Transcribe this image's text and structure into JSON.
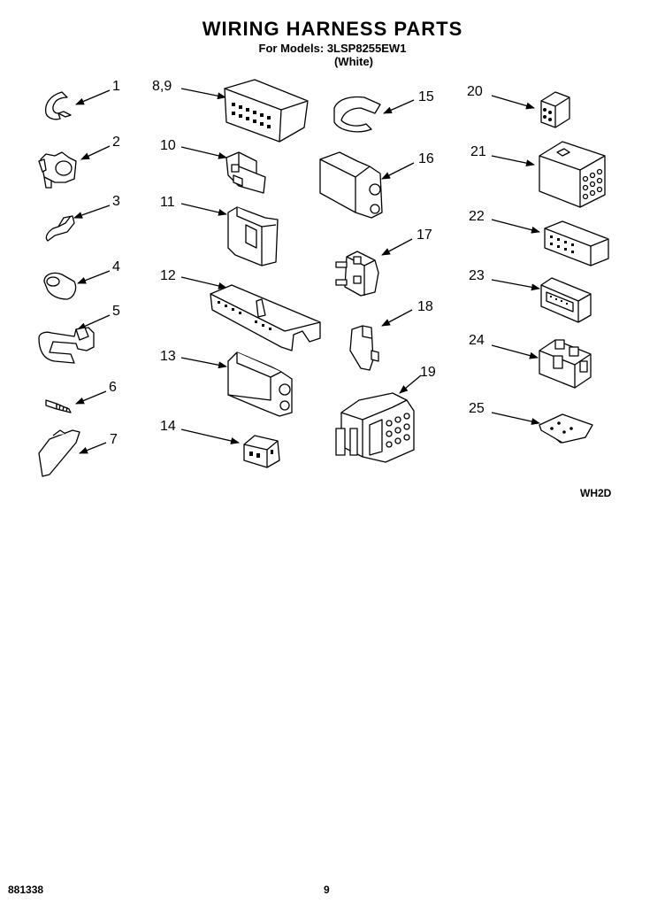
{
  "header": {
    "title": "WIRING HARNESS PARTS",
    "model_line": "For Models: 3LSP8255EW1",
    "color": "(White)"
  },
  "callouts": [
    "1",
    "2",
    "3",
    "4",
    "5",
    "6",
    "7",
    "8,9",
    "10",
    "11",
    "12",
    "13",
    "14",
    "15",
    "16",
    "17",
    "18",
    "19",
    "20",
    "21",
    "22",
    "23",
    "24",
    "25"
  ],
  "footer": {
    "diagram_code": "WH2D",
    "document_number": "881338",
    "page_number": "9"
  }
}
